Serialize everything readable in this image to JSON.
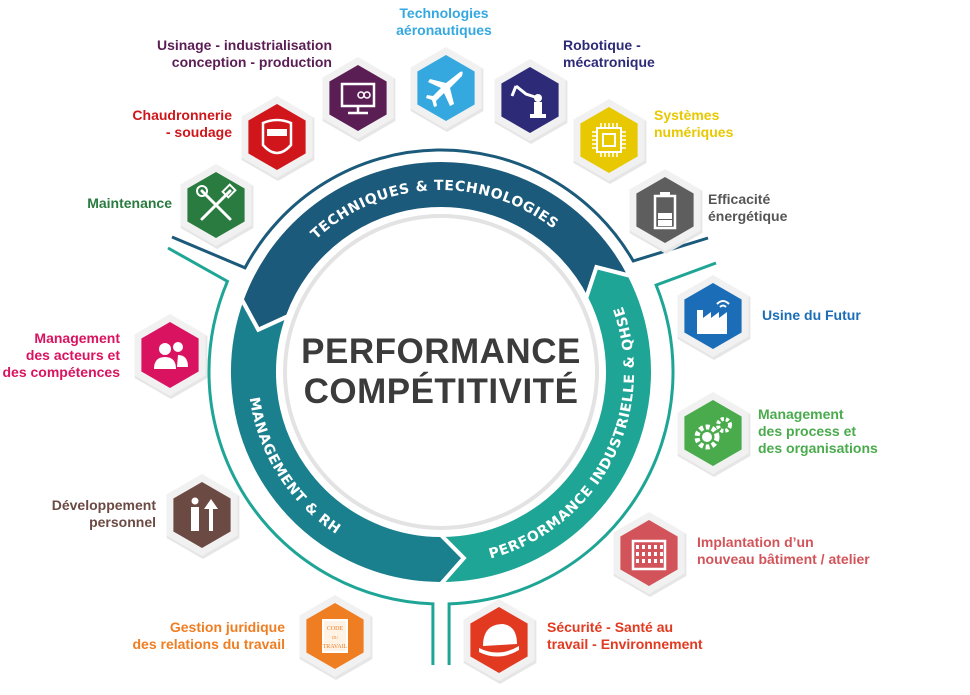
{
  "center": {
    "line1": "PERFORMANCE",
    "line2": "COMPÉTITIVITÉ"
  },
  "bands": [
    {
      "label": "TECHNIQUES & TECHNOLOGIES",
      "color": "#1b5a7a"
    },
    {
      "label": "MANAGEMENT & RH",
      "color": "#1a808d"
    },
    {
      "label": "PERFORMANCE INDUSTRIELLE & QHSE",
      "color": "#1fa596"
    }
  ],
  "items": [
    {
      "lines": [
        "Maintenance"
      ],
      "color": "#2a7b3f",
      "text_color": "#2a7b3f",
      "icon": "wrench-screwdriver-icon"
    },
    {
      "lines": [
        "Chaudronnerie",
        "- soudage"
      ],
      "color": "#d0161b",
      "text_color": "#d0161b",
      "icon": "welding-mask-icon"
    },
    {
      "lines": [
        "Usinage - industrialisation",
        "conception - production"
      ],
      "color": "#5a1d54",
      "text_color": "#5a1d54",
      "icon": "monitor-icon"
    },
    {
      "lines": [
        "Technologies",
        "aéronautiques"
      ],
      "color": "#35a8e0",
      "text_color": "#35a8e0",
      "icon": "airplane-icon"
    },
    {
      "lines": [
        "Robotique -",
        "mécatronique"
      ],
      "color": "#2d2b78",
      "text_color": "#2d2b78",
      "icon": "robot-arm-icon"
    },
    {
      "lines": [
        "Systèmes",
        "numériques"
      ],
      "color": "#e8c800",
      "text_color": "#e8c800",
      "icon": "chip-icon"
    },
    {
      "lines": [
        "Efficacité",
        "énergétique"
      ],
      "color": "#5e5e5e",
      "text_color": "#555555",
      "icon": "battery-icon"
    },
    {
      "lines": [
        "Usine du Futur"
      ],
      "color": "#1a6db6",
      "text_color": "#1a6db6",
      "icon": "factory-icon"
    },
    {
      "lines": [
        "Management",
        "des process et",
        "des organisations"
      ],
      "color": "#4aab4c",
      "text_color": "#4aab4c",
      "icon": "gears-icon"
    },
    {
      "lines": [
        "Implantation d’un",
        "nouveau bâtiment / atelier"
      ],
      "color": "#d2545a",
      "text_color": "#d2545a",
      "icon": "building-icon"
    },
    {
      "lines": [
        "Sécurité - Santé au",
        "travail - Environnement"
      ],
      "color": "#e23a20",
      "text_color": "#e23a20",
      "icon": "hard-hat-icon"
    },
    {
      "lines": [
        "Gestion juridique",
        "des relations du travail"
      ],
      "color": "#ef7d22",
      "text_color": "#ef7d22",
      "icon": "code-book-icon"
    },
    {
      "lines": [
        "Développement",
        "personnel"
      ],
      "color": "#6b4a43",
      "text_color": "#6b4a43",
      "icon": "growth-arrows-icon"
    },
    {
      "lines": [
        "Management",
        "des acteurs et",
        "des compétences"
      ],
      "color": "#d9135f",
      "text_color": "#d9135f",
      "icon": "people-icon"
    }
  ],
  "book_text": [
    "CODE",
    "DU",
    "TRAVAIL"
  ],
  "line_colors": {
    "dark": "#1b5a7a",
    "teal": "#1fa596"
  }
}
